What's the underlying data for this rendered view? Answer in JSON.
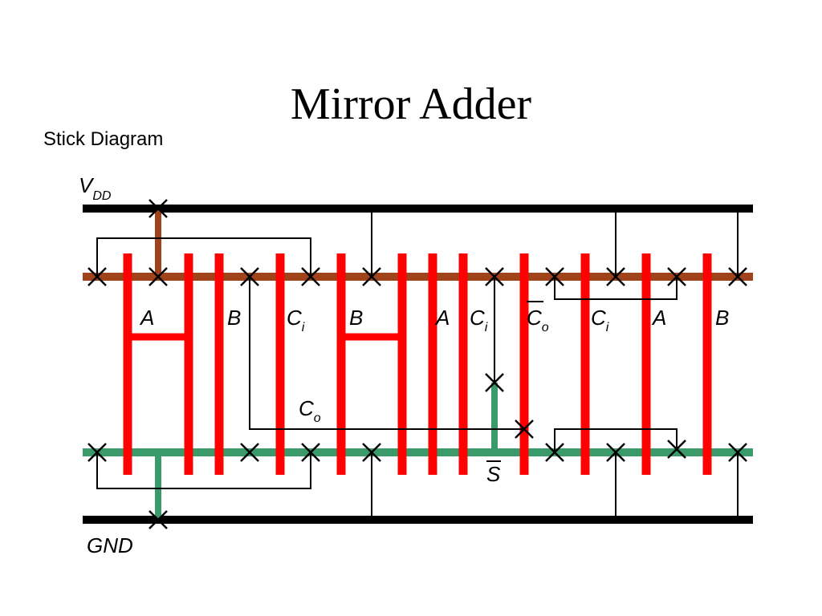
{
  "title": "Mirror Adder",
  "subtitle": "Stick Diagram",
  "colors": {
    "rail": "#000000",
    "pdiff": "#a0431a",
    "ndiff": "#3a9a6a",
    "poly": "#ff0000",
    "metal": "#000000"
  },
  "labels": {
    "vdd_main": "V",
    "vdd_sub": "DD",
    "gnd": "GND",
    "gates": [
      {
        "id": "a1",
        "main": "A",
        "sub": ""
      },
      {
        "id": "b1",
        "main": "B",
        "sub": ""
      },
      {
        "id": "ci1",
        "main": "C",
        "sub": "i"
      },
      {
        "id": "b2",
        "main": "B",
        "sub": ""
      },
      {
        "id": "a2",
        "main": "A",
        "sub": ""
      },
      {
        "id": "ci2",
        "main": "C",
        "sub": "i"
      },
      {
        "id": "co_bar",
        "main": "C",
        "sub": "o",
        "overbar": true
      },
      {
        "id": "ci3",
        "main": "C",
        "sub": "i"
      },
      {
        "id": "a3",
        "main": "A",
        "sub": ""
      },
      {
        "id": "b3",
        "main": "B",
        "sub": ""
      }
    ],
    "co_node": {
      "main": "C",
      "sub": "o"
    },
    "s_bar": {
      "main": "S",
      "overbar": true
    }
  }
}
